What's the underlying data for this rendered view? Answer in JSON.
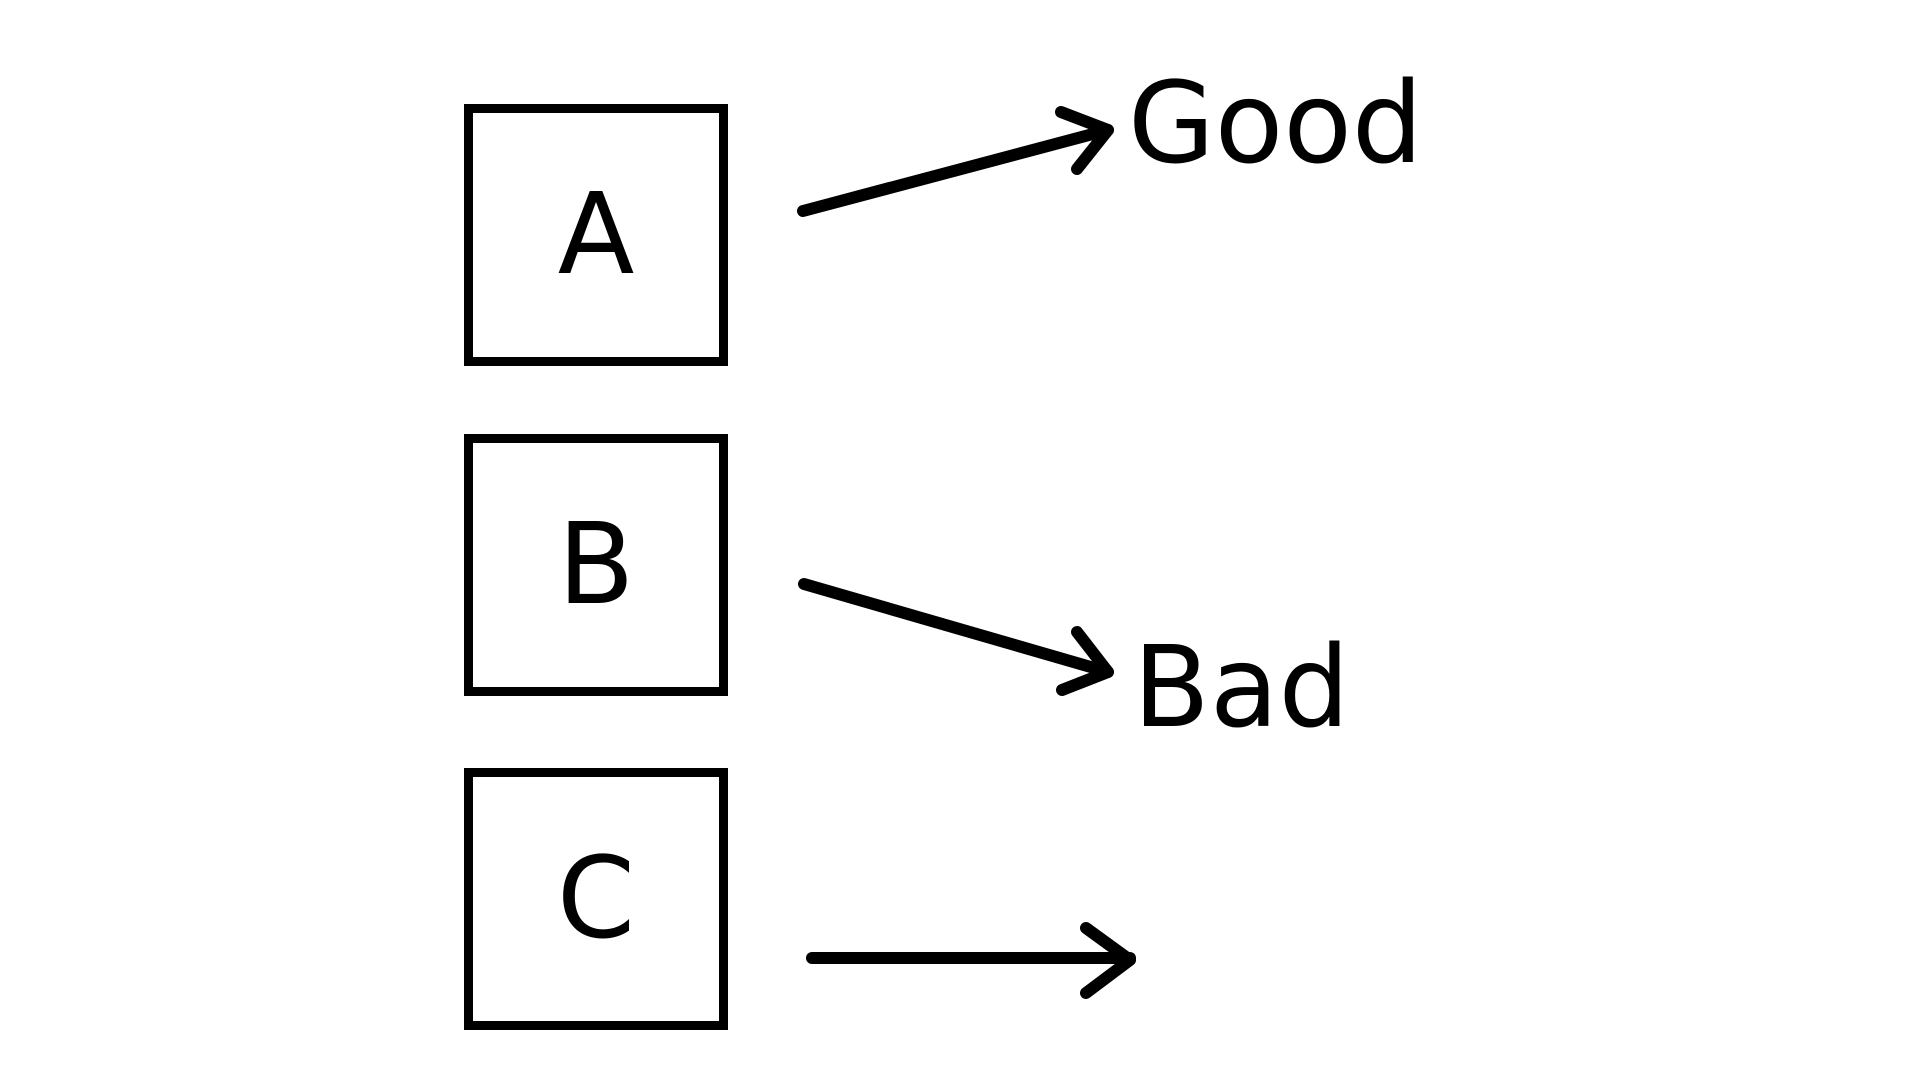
{
  "diagram": {
    "boxes": [
      {
        "id": "a",
        "label": "A"
      },
      {
        "id": "b",
        "label": "B"
      },
      {
        "id": "c",
        "label": "C"
      }
    ],
    "outcomes": {
      "good": "Good",
      "bad": "Bad"
    },
    "connections": [
      {
        "from": "A",
        "to": "Good"
      },
      {
        "from": "B",
        "to": "Bad"
      },
      {
        "from": "C",
        "to": ""
      }
    ],
    "colors": {
      "stroke": "#000000",
      "background": "#ffffff",
      "text": "#000000"
    }
  }
}
